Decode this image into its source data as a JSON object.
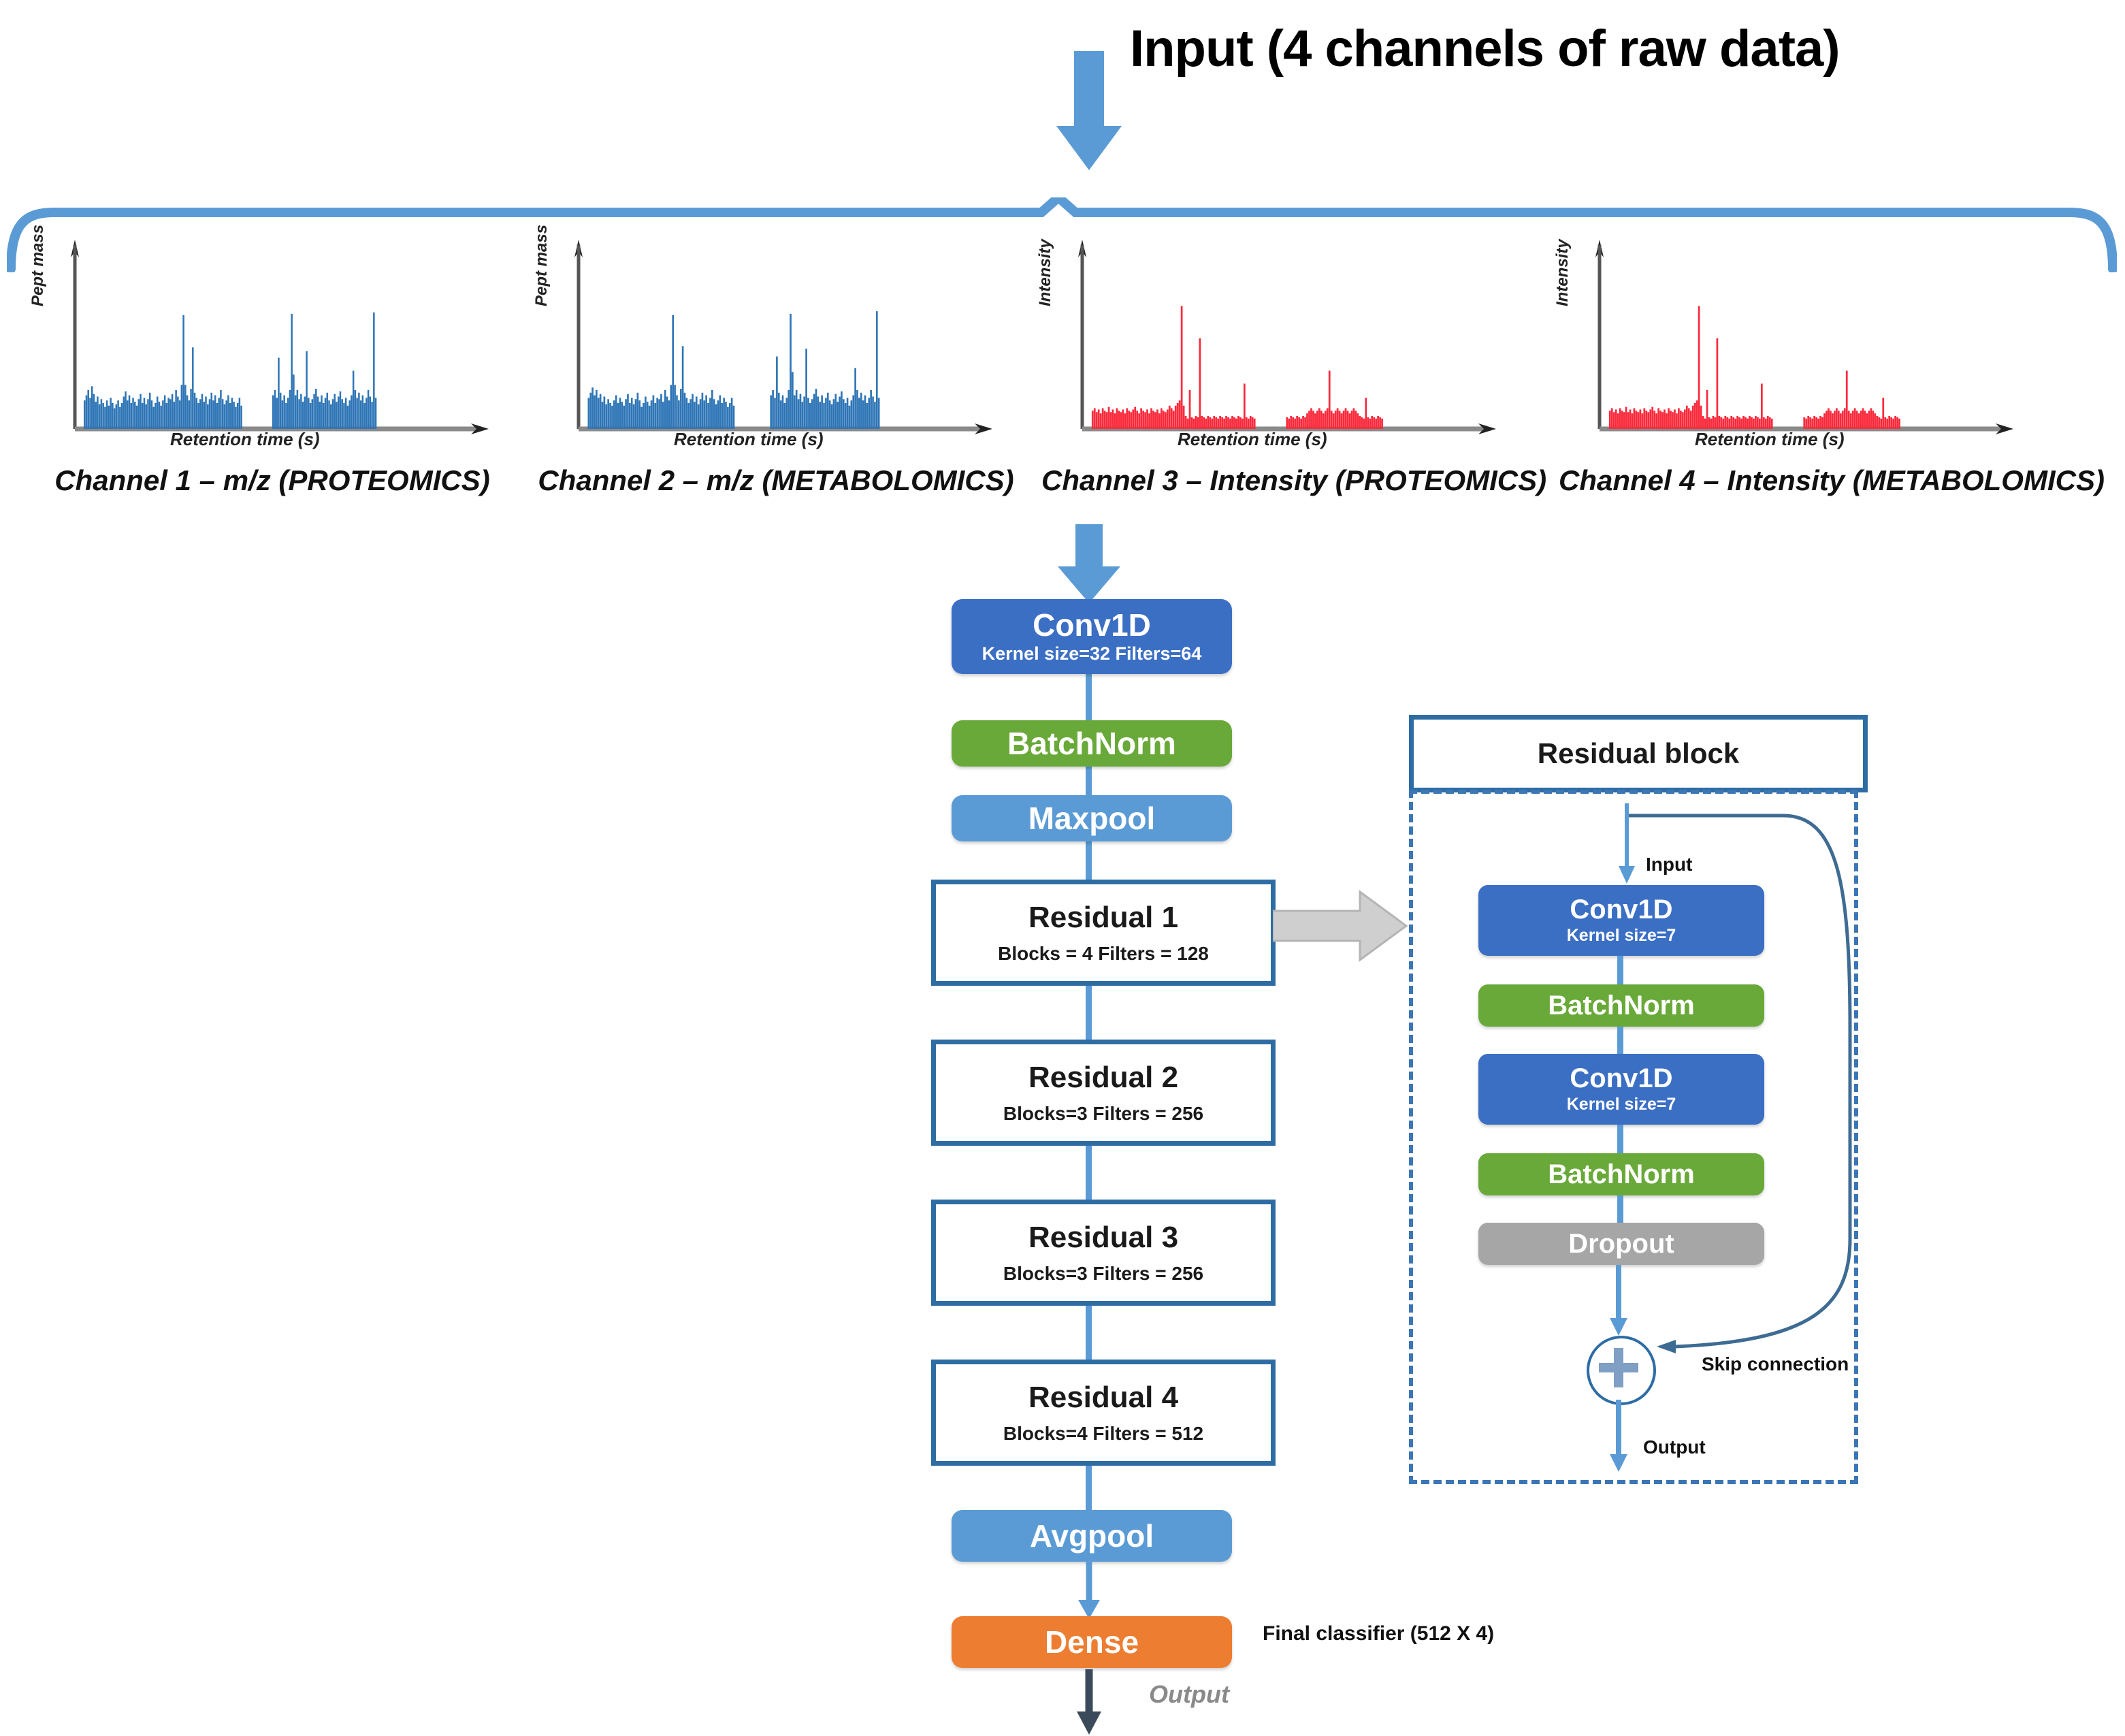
{
  "title": "Input (4 channels of raw data)",
  "channels": [
    {
      "label": "Channel 1 – m/z (PROTEOMICS)",
      "ylabel": "Pept mass",
      "xlabel": "Retention time (s)",
      "color": "#2e75b6",
      "kind": "mz"
    },
    {
      "label": "Channel 2 – m/z (METABOLOMICS)",
      "ylabel": "Pept mass",
      "xlabel": "Retention time (s)",
      "color": "#2e75b6",
      "kind": "mz"
    },
    {
      "label": "Channel 3 – Intensity (PROTEOMICS)",
      "ylabel": "Intensity",
      "xlabel": "Retention time (s)",
      "color": "#fa2a3c",
      "kind": "intensity"
    },
    {
      "label": "Channel 4 – Intensity (METABOLOMICS)",
      "ylabel": "Intensity",
      "xlabel": "Retention time (s)",
      "color": "#fa2a3c",
      "kind": "intensity"
    }
  ],
  "pipeline": {
    "conv": {
      "title": "Conv1D",
      "params": "Kernel size=32  Filters=64",
      "color": "#3b6fc4"
    },
    "batchnorm": {
      "title": "BatchNorm",
      "color": "#69a939"
    },
    "maxpool": {
      "title": "Maxpool",
      "color": "#5b9bd5"
    },
    "residuals": [
      {
        "title": "Residual 1",
        "params": "Blocks = 4  Filters = 128"
      },
      {
        "title": "Residual 2",
        "params": "Blocks=3   Filters = 256"
      },
      {
        "title": "Residual 3",
        "params": "Blocks=3   Filters = 256"
      },
      {
        "title": "Residual 4",
        "params": "Blocks=4   Filters = 512"
      }
    ],
    "avgpool": {
      "title": "Avgpool",
      "color": "#5b9bd5"
    },
    "dense": {
      "title": "Dense",
      "color": "#ed7d31"
    },
    "final_classifier_note": "Final classifier  (512 X 4)",
    "output_label": "Output"
  },
  "residual_block": {
    "header": "Residual block",
    "input_label": "Input",
    "conv1": {
      "title": "Conv1D",
      "params": "Kernel size=7"
    },
    "batchnorm1": {
      "title": "BatchNorm"
    },
    "conv2": {
      "title": "Conv1D",
      "params": "Kernel size=7"
    },
    "batchnorm2": {
      "title": "BatchNorm"
    },
    "dropout": {
      "title": "Dropout"
    },
    "skip_label": "Skip connection",
    "output_label": "Output"
  },
  "colors": {
    "conv_blue": "#3b6fc4",
    "batchnorm_green": "#69a939",
    "pool_blue": "#5b9bd5",
    "dense_orange": "#ed7d31",
    "dropout_gray": "#a6a6a6",
    "border_blue": "#2e6ca4",
    "mz_series": "#2e75b6",
    "intensity_series": "#fa2a3c"
  },
  "chart_data": [
    {
      "type": "bar",
      "title": "Channel 1 – m/z (PROTEOMICS)",
      "xlabel": "Retention time (s)",
      "ylabel": "Pept mass",
      "grid": false,
      "legend": null,
      "ylim": [
        0,
        100
      ],
      "values": [
        0,
        0,
        0,
        0,
        22,
        26,
        30,
        24,
        33,
        27,
        21,
        25,
        19,
        23,
        20,
        17,
        22,
        18,
        24,
        20,
        16,
        19,
        22,
        17,
        20,
        25,
        29,
        22,
        26,
        20,
        24,
        21,
        18,
        23,
        27,
        20,
        24,
        19,
        23,
        28,
        22,
        17,
        20,
        25,
        21,
        18,
        22,
        26,
        20,
        24,
        23,
        27,
        21,
        30,
        25,
        22,
        34,
        88,
        34,
        26,
        22,
        31,
        63,
        28,
        24,
        20,
        23,
        27,
        21,
        25,
        19,
        23,
        28,
        22,
        26,
        20,
        24,
        30,
        23,
        19,
        22,
        26,
        20,
        24,
        21,
        17,
        20,
        24,
        18,
        0,
        0,
        0,
        0,
        0,
        0,
        0,
        0,
        0,
        0,
        0,
        0,
        0,
        0,
        0,
        0,
        26,
        30,
        24,
        55,
        28,
        22,
        26,
        20,
        24,
        30,
        89,
        42,
        26,
        30,
        23,
        27,
        21,
        25,
        60,
        24,
        20,
        23,
        27,
        31,
        25,
        21,
        26,
        20,
        24,
        28,
        22,
        19,
        23,
        27,
        21,
        25,
        29,
        23,
        20,
        24,
        18,
        22,
        26,
        45,
        30,
        24,
        28,
        22,
        26,
        20,
        24,
        30,
        25,
        21,
        90,
        24,
        0,
        0,
        0,
        0,
        0,
        0
      ]
    },
    {
      "type": "bar",
      "title": "Channel 2 – m/z (METABOLOMICS)",
      "xlabel": "Retention time (s)",
      "ylabel": "Pept mass",
      "grid": false,
      "legend": null,
      "ylim": [
        0,
        100
      ],
      "values": [
        0,
        0,
        0,
        0,
        24,
        28,
        32,
        26,
        30,
        24,
        27,
        21,
        25,
        19,
        23,
        20,
        18,
        22,
        26,
        20,
        24,
        21,
        18,
        23,
        27,
        20,
        24,
        19,
        23,
        28,
        22,
        17,
        20,
        25,
        21,
        18,
        22,
        26,
        20,
        24,
        23,
        27,
        21,
        30,
        25,
        22,
        34,
        88,
        34,
        26,
        22,
        31,
        64,
        28,
        24,
        20,
        23,
        27,
        21,
        25,
        19,
        23,
        28,
        22,
        26,
        20,
        24,
        30,
        23,
        19,
        22,
        26,
        20,
        24,
        21,
        17,
        20,
        24,
        18,
        0,
        0,
        0,
        0,
        0,
        0,
        0,
        0,
        0,
        0,
        0,
        0,
        0,
        0,
        0,
        0,
        0,
        0,
        26,
        30,
        24,
        56,
        28,
        22,
        26,
        20,
        24,
        30,
        89,
        44,
        26,
        30,
        23,
        27,
        21,
        25,
        62,
        24,
        20,
        23,
        27,
        31,
        25,
        21,
        26,
        20,
        24,
        28,
        22,
        19,
        23,
        27,
        21,
        25,
        29,
        23,
        20,
        24,
        18,
        22,
        26,
        47,
        30,
        24,
        28,
        22,
        26,
        20,
        24,
        30,
        25,
        21,
        91,
        24,
        0,
        0,
        0,
        0,
        0,
        0
      ]
    },
    {
      "type": "bar",
      "title": "Channel 3 – Intensity (PROTEOMICS)",
      "xlabel": "Retention time (s)",
      "ylabel": "Intensity",
      "grid": false,
      "legend": null,
      "ylim": [
        0,
        100
      ],
      "values": [
        0,
        0,
        0,
        0,
        14,
        16,
        13,
        15,
        12,
        16,
        14,
        13,
        17,
        13,
        15,
        12,
        16,
        14,
        13,
        15,
        12,
        16,
        14,
        13,
        15,
        17,
        14,
        12,
        16,
        14,
        13,
        15,
        12,
        16,
        14,
        13,
        15,
        12,
        16,
        14,
        13,
        15,
        18,
        16,
        14,
        18,
        20,
        22,
        95,
        18,
        10,
        8,
        30,
        9,
        8,
        10,
        9,
        70,
        10,
        9,
        8,
        10,
        9,
        8,
        10,
        9,
        8,
        10,
        9,
        8,
        10,
        9,
        8,
        10,
        9,
        8,
        10,
        9,
        8,
        35,
        9,
        8,
        10,
        9,
        8,
        0,
        0,
        0,
        0,
        0,
        0,
        0,
        0,
        0,
        0,
        0,
        0,
        0,
        0,
        0,
        9,
        8,
        10,
        9,
        8,
        10,
        9,
        8,
        10,
        9,
        12,
        14,
        16,
        14,
        12,
        14,
        16,
        14,
        12,
        14,
        16,
        45,
        14,
        12,
        14,
        16,
        14,
        12,
        14,
        16,
        14,
        12,
        14,
        16,
        14,
        12,
        10,
        9,
        8,
        24,
        9,
        8,
        10,
        9,
        8,
        10,
        9,
        8,
        0,
        0,
        0,
        0,
        0,
        0
      ]
    },
    {
      "type": "bar",
      "title": "Channel 4 – Intensity (METABOLOMICS)",
      "xlabel": "Retention time (s)",
      "ylabel": "Intensity",
      "grid": false,
      "legend": null,
      "ylim": [
        0,
        100
      ],
      "values": [
        0,
        0,
        0,
        0,
        14,
        16,
        13,
        15,
        12,
        16,
        14,
        13,
        17,
        13,
        15,
        12,
        16,
        14,
        13,
        15,
        12,
        16,
        14,
        13,
        15,
        17,
        14,
        12,
        16,
        14,
        13,
        15,
        12,
        16,
        14,
        13,
        15,
        12,
        16,
        14,
        13,
        15,
        18,
        16,
        14,
        18,
        20,
        22,
        95,
        18,
        10,
        8,
        30,
        9,
        8,
        10,
        9,
        70,
        10,
        9,
        8,
        10,
        9,
        8,
        10,
        9,
        8,
        10,
        9,
        8,
        10,
        9,
        8,
        10,
        9,
        8,
        10,
        9,
        8,
        35,
        9,
        8,
        10,
        9,
        8,
        0,
        0,
        0,
        0,
        0,
        0,
        0,
        0,
        0,
        0,
        0,
        0,
        0,
        0,
        0,
        9,
        8,
        10,
        9,
        8,
        10,
        9,
        8,
        10,
        9,
        12,
        14,
        16,
        14,
        12,
        14,
        16,
        14,
        12,
        14,
        16,
        45,
        14,
        12,
        14,
        16,
        14,
        12,
        14,
        16,
        14,
        12,
        14,
        16,
        14,
        12,
        10,
        9,
        8,
        24,
        9,
        8,
        10,
        9,
        8,
        10,
        9,
        8,
        0,
        0,
        0,
        0,
        0,
        0
      ]
    }
  ]
}
